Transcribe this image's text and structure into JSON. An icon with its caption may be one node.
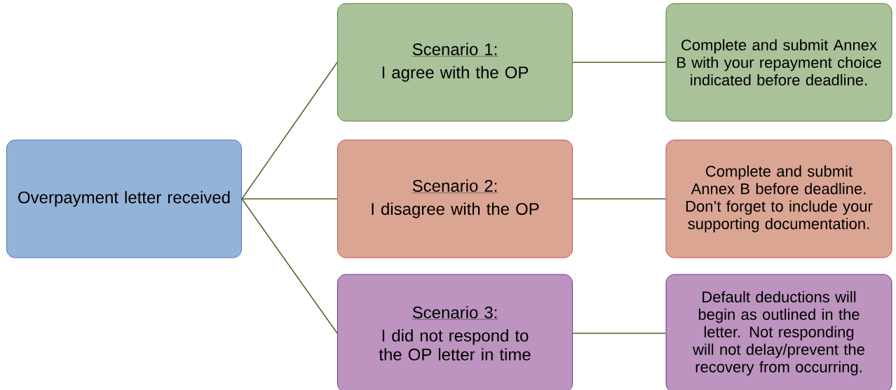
{
  "diagram": {
    "nodes": [
      {
        "text": [
          "Overpayment letter received"
        ]
      },
      {
        "text": [
          "Scenario 1:",
          "I agree with the OP"
        ]
      },
      {
        "text": [
          "Scenario 2:",
          "I disagree with the OP"
        ]
      },
      {
        "text": [
          "Scenario 3:",
          "I did not respond to the OP letter in time"
        ]
      },
      {
        "text": [
          "Complete and submit Annex B with your repayment choice indicated before deadline."
        ]
      },
      {
        "text": [
          "Complete and submit Annex B before deadline. Don’t forget to include your supporting documentation."
        ]
      },
      {
        "text": [
          "Default deductions will begin as outlined in the letter. Not responding will not delay/prevent the recovery from occurring."
        ]
      }
    ],
    "edges": [
      {
        "from": 0,
        "to": 1,
        "arrow": "none"
      },
      {
        "from": 0,
        "to": 2,
        "arrow": "none"
      },
      {
        "from": 0,
        "to": 3,
        "arrow": "none"
      },
      {
        "from": 1,
        "to": 4,
        "arrow": "none"
      },
      {
        "from": 2,
        "to": 5,
        "arrow": "none"
      },
      {
        "from": 3,
        "to": 6,
        "arrow": "none"
      }
    ]
  }
}
